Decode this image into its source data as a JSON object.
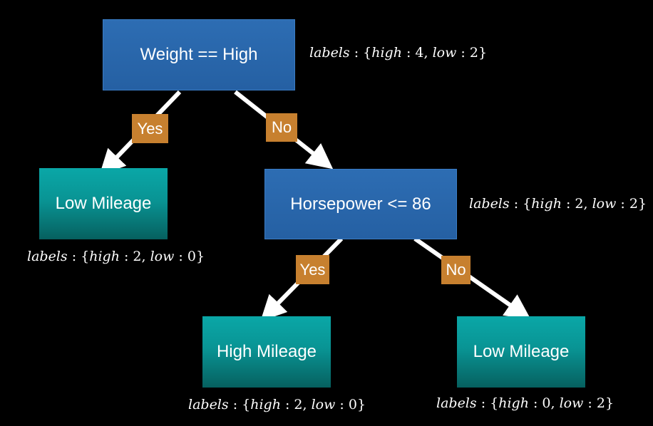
{
  "colors": {
    "background": "#000000",
    "decision_node": "#2a66ad",
    "leaf_node": "#0a9f9f",
    "edge_tag": "#c7802f",
    "edge": "#ffffff",
    "text": "#ffffff"
  },
  "nodes": {
    "root": {
      "label": "Weight == High",
      "labels_key": "labels",
      "counts": [
        {
          "k": "high",
          "v": "4"
        },
        {
          "k": "low",
          "v": "2"
        }
      ]
    },
    "left_leaf": {
      "label": "Low Mileage",
      "labels_key": "labels",
      "counts": [
        {
          "k": "high",
          "v": "2"
        },
        {
          "k": "low",
          "v": "0"
        }
      ]
    },
    "horsepower": {
      "label": "Horsepower <= 86",
      "labels_key": "labels",
      "counts": [
        {
          "k": "high",
          "v": "2"
        },
        {
          "k": "low",
          "v": "2"
        }
      ]
    },
    "high_leaf": {
      "label": "High Mileage",
      "labels_key": "labels",
      "counts": [
        {
          "k": "high",
          "v": "2"
        },
        {
          "k": "low",
          "v": "0"
        }
      ]
    },
    "low_leaf": {
      "label": "Low Mileage",
      "labels_key": "labels",
      "counts": [
        {
          "k": "high",
          "v": "0"
        },
        {
          "k": "low",
          "v": "2"
        }
      ]
    }
  },
  "edges": {
    "root_yes": "Yes",
    "root_no": "No",
    "hp_yes": "Yes",
    "hp_no": "No"
  }
}
